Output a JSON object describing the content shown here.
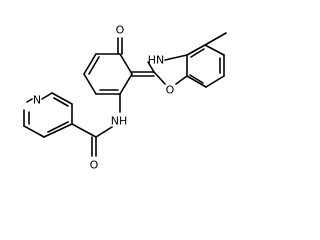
{
  "molecule": {
    "atom_labels": {
      "carbonyl_oxygen": "O",
      "benzoxazole_nitrogen": "HN",
      "benzoxazole_oxygen": "O",
      "pyridine_nitrogen": "N",
      "amide_nitrogen": "NH",
      "amide_oxygen": "O"
    },
    "colors": {
      "bond": "#000000",
      "label": "#000000",
      "background": "#ffffff"
    }
  }
}
